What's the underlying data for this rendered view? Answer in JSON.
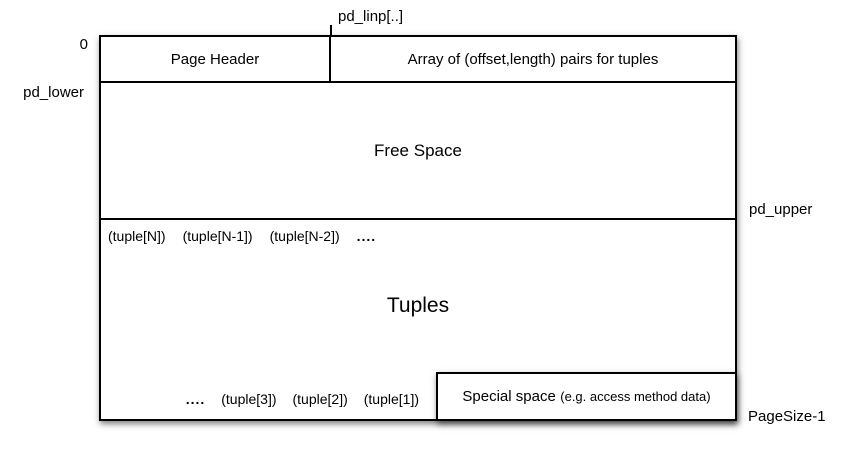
{
  "colors": {
    "background": "#ffffff",
    "line": "#000000",
    "text": "#000000"
  },
  "outside_labels": {
    "pd_linp": "pd_linp[..]",
    "offset_zero": "0",
    "pd_lower": "pd_lower",
    "pd_upper": "pd_upper",
    "page_size": "PageSize-1"
  },
  "header_row": {
    "page_header": "Page Header",
    "item_array": "Array of (offset,length) pairs for tuples"
  },
  "free_space": {
    "label": "Free Space"
  },
  "tuples": {
    "top_row": [
      "(tuple[N])",
      "(tuple[N-1])",
      "(tuple[N-2])",
      "...."
    ],
    "title": "Tuples",
    "bottom_row": [
      "....",
      "(tuple[3])",
      "(tuple[2])",
      "(tuple[1])"
    ]
  },
  "special_space": {
    "label": "Special space",
    "detail": "(e.g. access method data)"
  }
}
